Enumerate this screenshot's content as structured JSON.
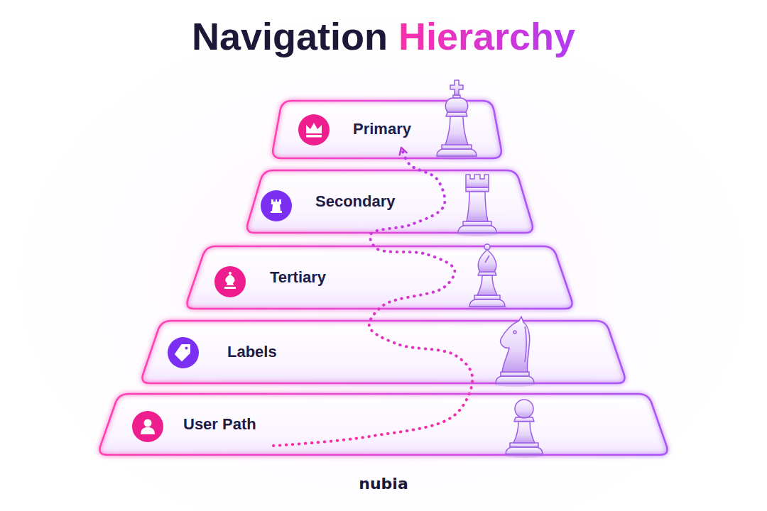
{
  "diagram": {
    "title": "Navigation Hierarchy",
    "nodes": [
      {
        "text": [
          "Primary"
        ]
      },
      {
        "text": [
          "Secondary"
        ]
      },
      {
        "text": [
          "Tertiary"
        ]
      },
      {
        "text": [
          "Labels"
        ]
      },
      {
        "text": [
          "User Path"
        ]
      }
    ],
    "edges": [
      {
        "from": 4,
        "to": 0,
        "arrow": "to"
      }
    ],
    "labels": [
      "nubia"
    ]
  }
}
